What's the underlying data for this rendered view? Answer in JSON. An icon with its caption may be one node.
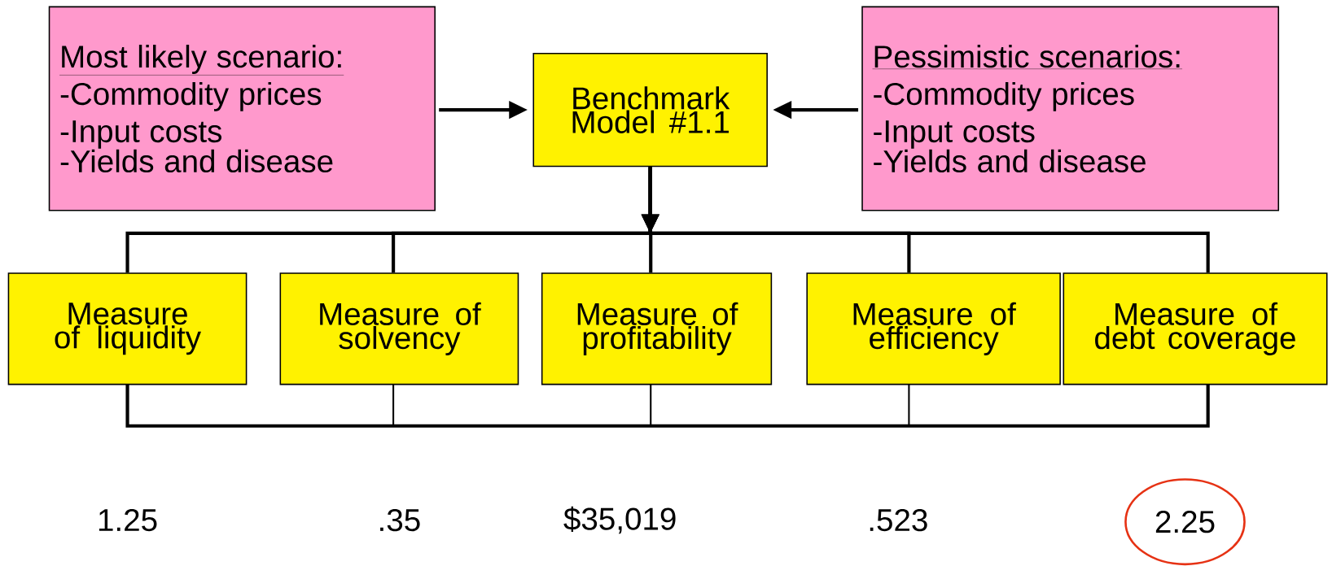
{
  "diagram": {
    "nodes": [
      {
        "text": [
          "Most likely scenario:",
          "-Commodity prices",
          "-Input costs",
          "-Yields and disease"
        ]
      },
      {
        "text": [
          "Benchmark Model #1.1"
        ]
      },
      {
        "text": [
          "Pessimistic scenarios:",
          "-Commodity prices",
          "-Input costs",
          "-Yields and disease"
        ]
      },
      {
        "text": [
          "Measure of liquidity"
        ]
      },
      {
        "text": [
          "Measure of solvency"
        ]
      },
      {
        "text": [
          "Measure of profitability"
        ]
      },
      {
        "text": [
          "Measure of efficiency"
        ]
      },
      {
        "text": [
          "Measure of debt coverage"
        ]
      },
      {
        "text": [
          "2.25"
        ]
      }
    ],
    "edges": [
      {
        "from": 0,
        "to": 1,
        "arrow": "to"
      },
      {
        "from": 2,
        "to": 1,
        "arrow": "to"
      },
      {
        "from": 1,
        "to": 3,
        "arrow": "to"
      },
      {
        "from": 1,
        "to": 4,
        "arrow": "to"
      },
      {
        "from": 1,
        "to": 5,
        "arrow": "to"
      },
      {
        "from": 1,
        "to": 6,
        "arrow": "to"
      },
      {
        "from": 1,
        "to": 7,
        "arrow": "to"
      }
    ],
    "labels": [
      "1.25",
      ".35",
      "$35,019",
      ".523"
    ]
  }
}
